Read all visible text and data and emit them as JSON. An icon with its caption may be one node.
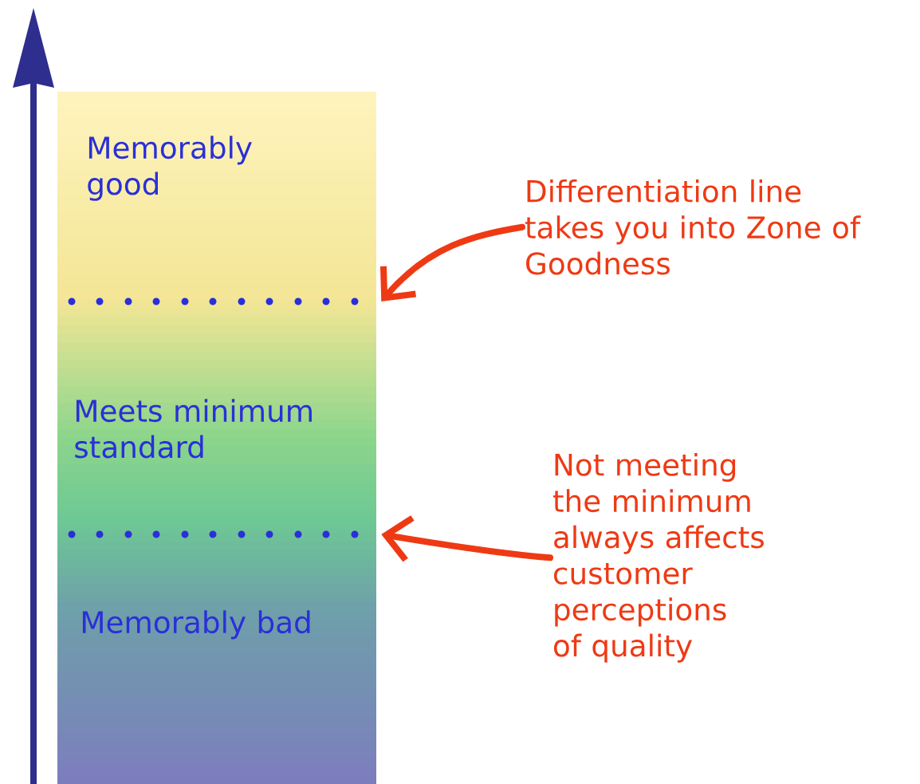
{
  "diagram": {
    "nodes": [
      {
        "text": [
          "Memorably good",
          "Meets minimum standard",
          "Memorably bad"
        ]
      },
      {
        "text": [],
        "shape": "dotted-line",
        "in": 0
      },
      {
        "text": [],
        "shape": "dotted-line",
        "in": 0
      },
      {
        "text": [
          "Differentiation line takes you into Zone of Goodness"
        ]
      },
      {
        "text": [
          "Not meeting the minimum always affects customer perceptions of quality"
        ]
      }
    ],
    "edges": [
      {
        "from": 3,
        "to": 1,
        "arrow": "to"
      },
      {
        "from": 4,
        "to": 2,
        "arrow": "to"
      }
    ]
  }
}
